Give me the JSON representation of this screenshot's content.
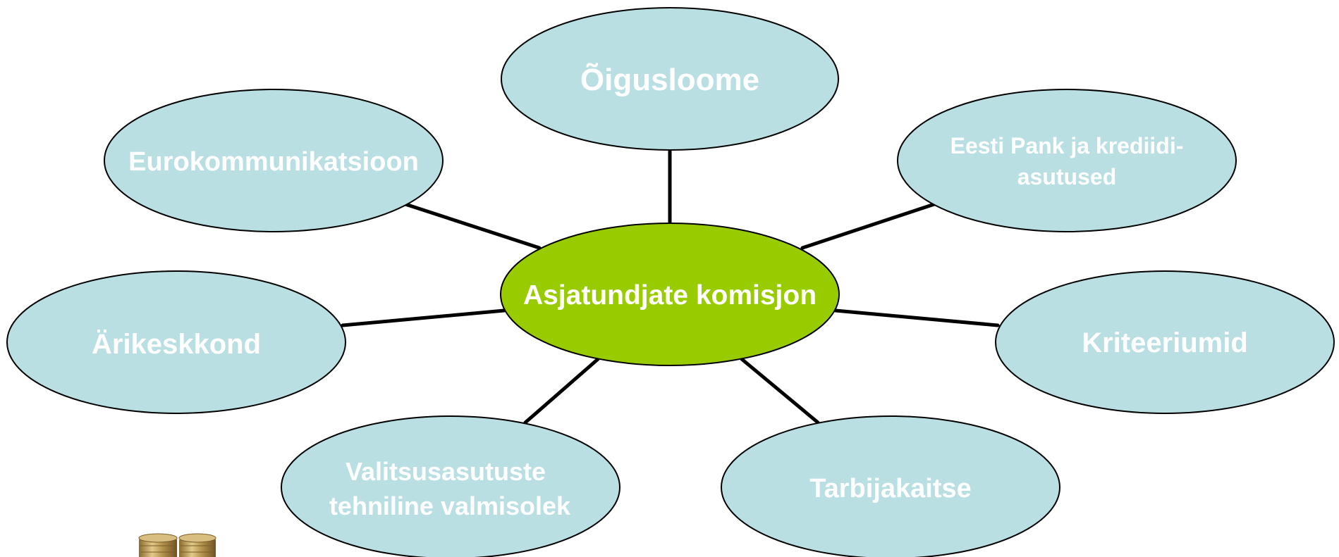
{
  "diagram": {
    "center": {
      "label": "Asjatundjate komisjon",
      "color": "#99cc00"
    },
    "node_color": "#b9dfe3",
    "outline_color": "#000000",
    "connector_color": "#000000",
    "nodes": [
      {
        "id": "oigusloome",
        "lines": [
          "Õigusloome"
        ]
      },
      {
        "id": "eurokommunikatsioon",
        "lines": [
          "Eurokommunikatsioon"
        ]
      },
      {
        "id": "eesti-pank",
        "lines": [
          "Eesti Pank ja krediidi-",
          "asutused"
        ]
      },
      {
        "id": "arikeskkond",
        "lines": [
          "Ärikeskkond"
        ]
      },
      {
        "id": "kriteeriumid",
        "lines": [
          "Kriteeriumid"
        ]
      },
      {
        "id": "valitsusasutuste",
        "lines": [
          "Valitsusasutuste",
          "tehniline valmisolek"
        ]
      },
      {
        "id": "tarbijakaitse",
        "lines": [
          "Tarbijakaitse"
        ]
      }
    ],
    "corner_image": "coin-stacks-icon"
  }
}
